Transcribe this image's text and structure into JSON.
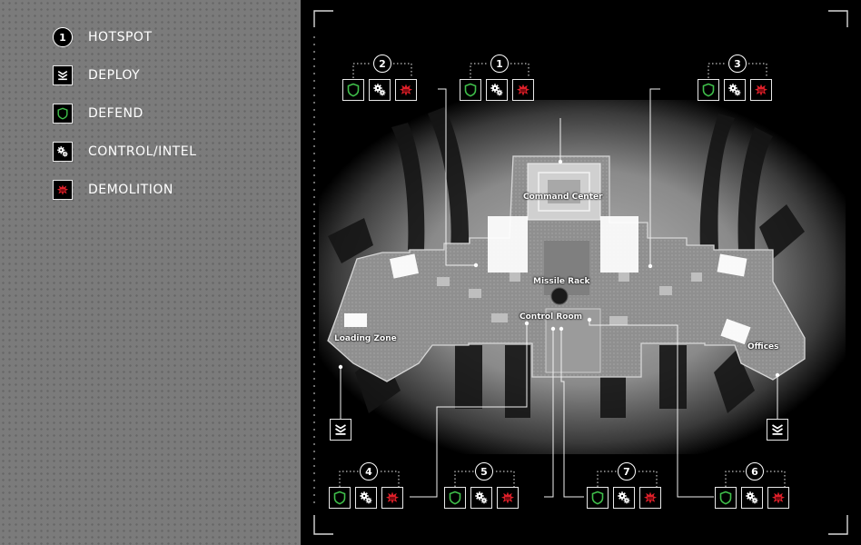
{
  "legend": {
    "hotspot": {
      "number": "1",
      "label": "HOTSPOT"
    },
    "deploy": {
      "label": "DEPLOY"
    },
    "defend": {
      "label": "DEFEND"
    },
    "control": {
      "label": "CONTROL/INTEL"
    },
    "demolition": {
      "label": "DEMOLITION"
    }
  },
  "map": {
    "locations": {
      "command_center": "Command Center",
      "missile_rack": "Missile Rack",
      "control_room": "Control Room",
      "loading_zone": "Loading Zone",
      "offices": "Offices"
    },
    "hotspots": [
      {
        "number": "2"
      },
      {
        "number": "1"
      },
      {
        "number": "3"
      },
      {
        "number": "4"
      },
      {
        "number": "5"
      },
      {
        "number": "7"
      },
      {
        "number": "6"
      }
    ]
  },
  "colors": {
    "defend": "#3fbf4a",
    "demolition": "#e0202a",
    "control": "#ffffff",
    "frame": "#d8d8d8"
  },
  "icons": {
    "hotspot": "numbered-circle-icon",
    "deploy": "chevron-stack-icon",
    "defend": "shield-icon",
    "control": "gears-icon",
    "demolition": "explosion-icon"
  }
}
